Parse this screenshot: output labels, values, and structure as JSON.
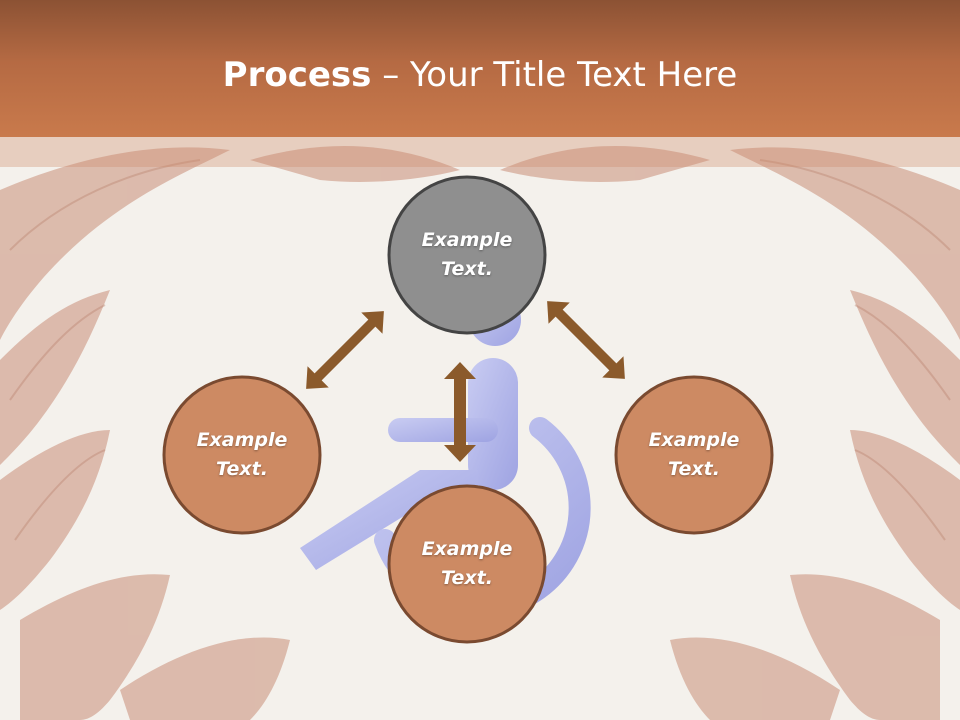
{
  "slide": {
    "title_bold": "Process",
    "title_dash": " – ",
    "title_rest": "Your Title Text Here"
  },
  "nodes": [
    {
      "id": "top",
      "line1": "Example",
      "line2": "Text.",
      "fill": "#8f8f8f"
    },
    {
      "id": "left",
      "line1": "Example",
      "line2": "Text.",
      "fill": "#cd8a63"
    },
    {
      "id": "right",
      "line1": "Example",
      "line2": "Text.",
      "fill": "#cd8a63"
    },
    {
      "id": "bottom",
      "line1": "Example",
      "line2": "Text.",
      "fill": "#cd8a63"
    }
  ],
  "colors": {
    "header": "#b56a43",
    "arrow": "#8b5a2b",
    "node_stroke": "#7a4a30",
    "top_node_stroke": "#444444",
    "wheelchair_icon": "#b3b7ea"
  },
  "icons": [
    "wheelchair-accessibility-icon",
    "double-arrow-icon"
  ]
}
